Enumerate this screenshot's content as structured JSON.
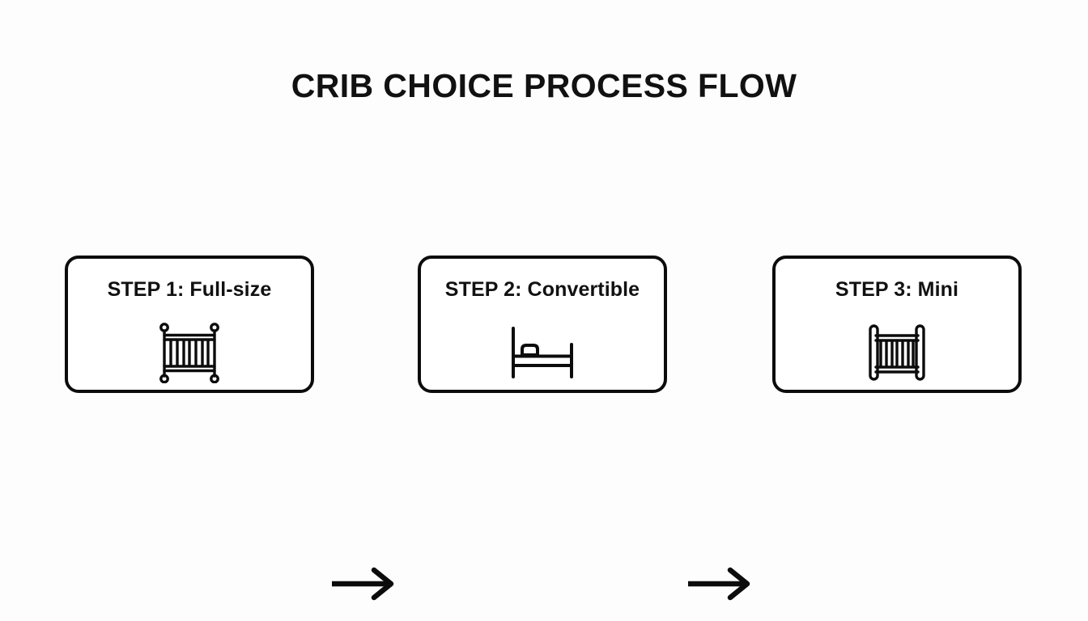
{
  "page": {
    "title": "CRIB CHOICE PROCESS FLOW",
    "background_color": "#fdfdfd",
    "ink_color": "#111111"
  },
  "diagram": {
    "type": "process-flow",
    "orientation": "horizontal",
    "step_count": 3,
    "connector_count": 2,
    "steps": [
      {
        "id": "step-1",
        "label": "STEP 1: Full-size",
        "icon": "full-size-crib-icon"
      },
      {
        "id": "step-2",
        "label": "STEP 2: Convertible",
        "icon": "convertible-bed-icon"
      },
      {
        "id": "step-3",
        "label": "STEP 3: Mini",
        "icon": "mini-crib-icon"
      }
    ],
    "connectors": [
      {
        "id": "connector-1",
        "icon": "arrow-right-icon"
      },
      {
        "id": "connector-2",
        "icon": "arrow-right-icon"
      }
    ]
  }
}
